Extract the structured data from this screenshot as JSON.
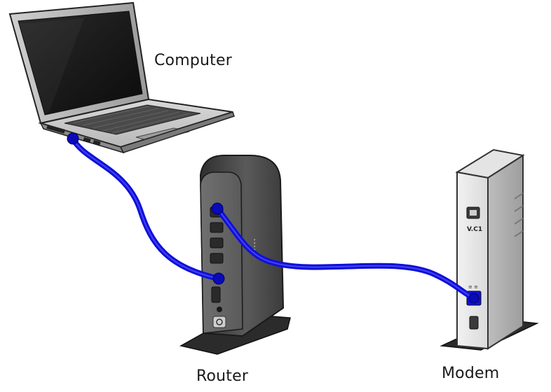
{
  "labels": {
    "computer": "Computer",
    "router": "Router",
    "modem": "Modem"
  },
  "modem_port_text": "V.C1",
  "colors": {
    "cable": "#1010d8",
    "device_dark": "#3a3a3a",
    "device_light": "#e6e6e6"
  },
  "icons": [
    "laptop-icon",
    "router-icon",
    "modem-icon"
  ]
}
